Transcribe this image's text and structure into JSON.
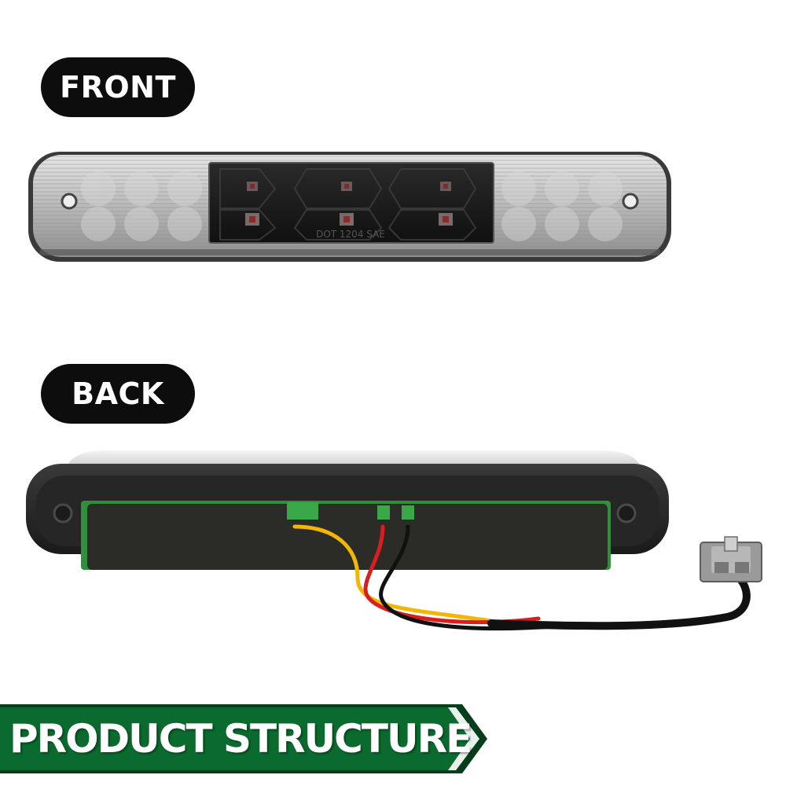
{
  "labels": {
    "front": "FRONT",
    "back": "BACK"
  },
  "lens_marking": "DOT 1204 SAE",
  "banner": {
    "text": "PRODUCT STRUCTURE"
  },
  "colors": {
    "pill_bg": "#0d0d0d",
    "banner_green": "#0b6b2e",
    "banner_dark": "#063d1a",
    "wire_yellow": "#f2b705",
    "wire_red": "#d81e1e",
    "wire_black": "#111111",
    "pcb_green": "#2f8f3a"
  },
  "icons": [
    "led-icon",
    "mounting-hole-icon",
    "connector-icon",
    "chevron-right-icon"
  ]
}
